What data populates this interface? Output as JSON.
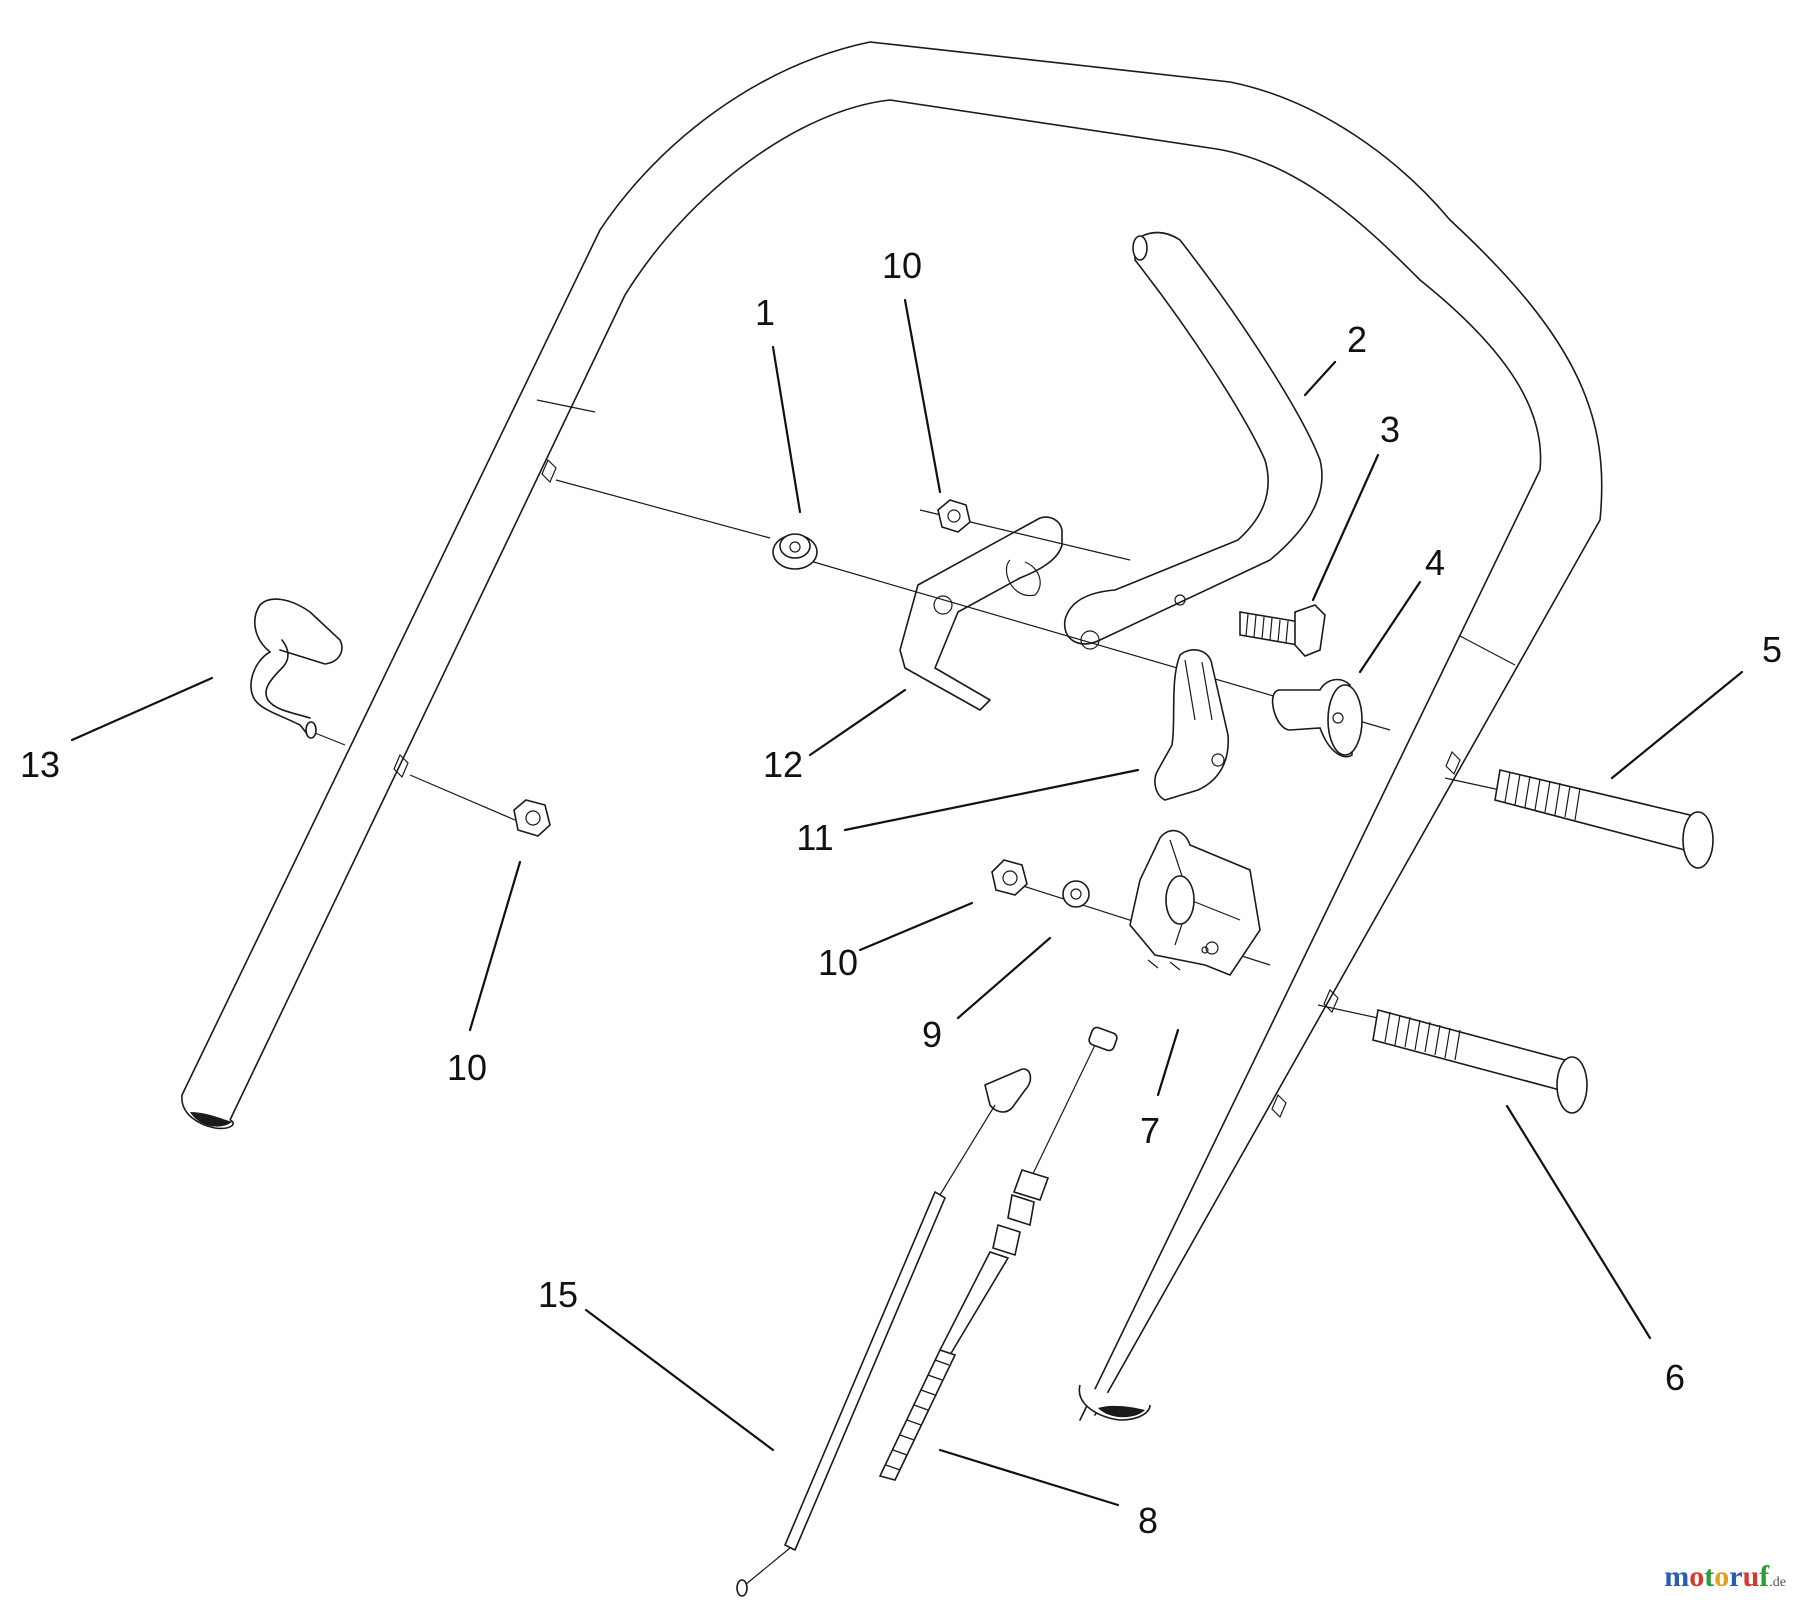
{
  "callouts": [
    {
      "id": "c1",
      "label": "1"
    },
    {
      "id": "c10a",
      "label": "10"
    },
    {
      "id": "c2",
      "label": "2"
    },
    {
      "id": "c3",
      "label": "3"
    },
    {
      "id": "c4",
      "label": "4"
    },
    {
      "id": "c5",
      "label": "5"
    },
    {
      "id": "c13",
      "label": "13"
    },
    {
      "id": "c12",
      "label": "12"
    },
    {
      "id": "c11",
      "label": "11"
    },
    {
      "id": "c10b",
      "label": "10"
    },
    {
      "id": "c10c",
      "label": "10"
    },
    {
      "id": "c9",
      "label": "9"
    },
    {
      "id": "c7",
      "label": "7"
    },
    {
      "id": "c6",
      "label": "6"
    },
    {
      "id": "c15",
      "label": "15"
    },
    {
      "id": "c8",
      "label": "8"
    }
  ],
  "watermark": {
    "brand": "motoruf",
    "suffix": ".de",
    "brand_colors": [
      "#2a5db0",
      "#d23a2a",
      "#2a9d3a",
      "#e0a020"
    ]
  }
}
